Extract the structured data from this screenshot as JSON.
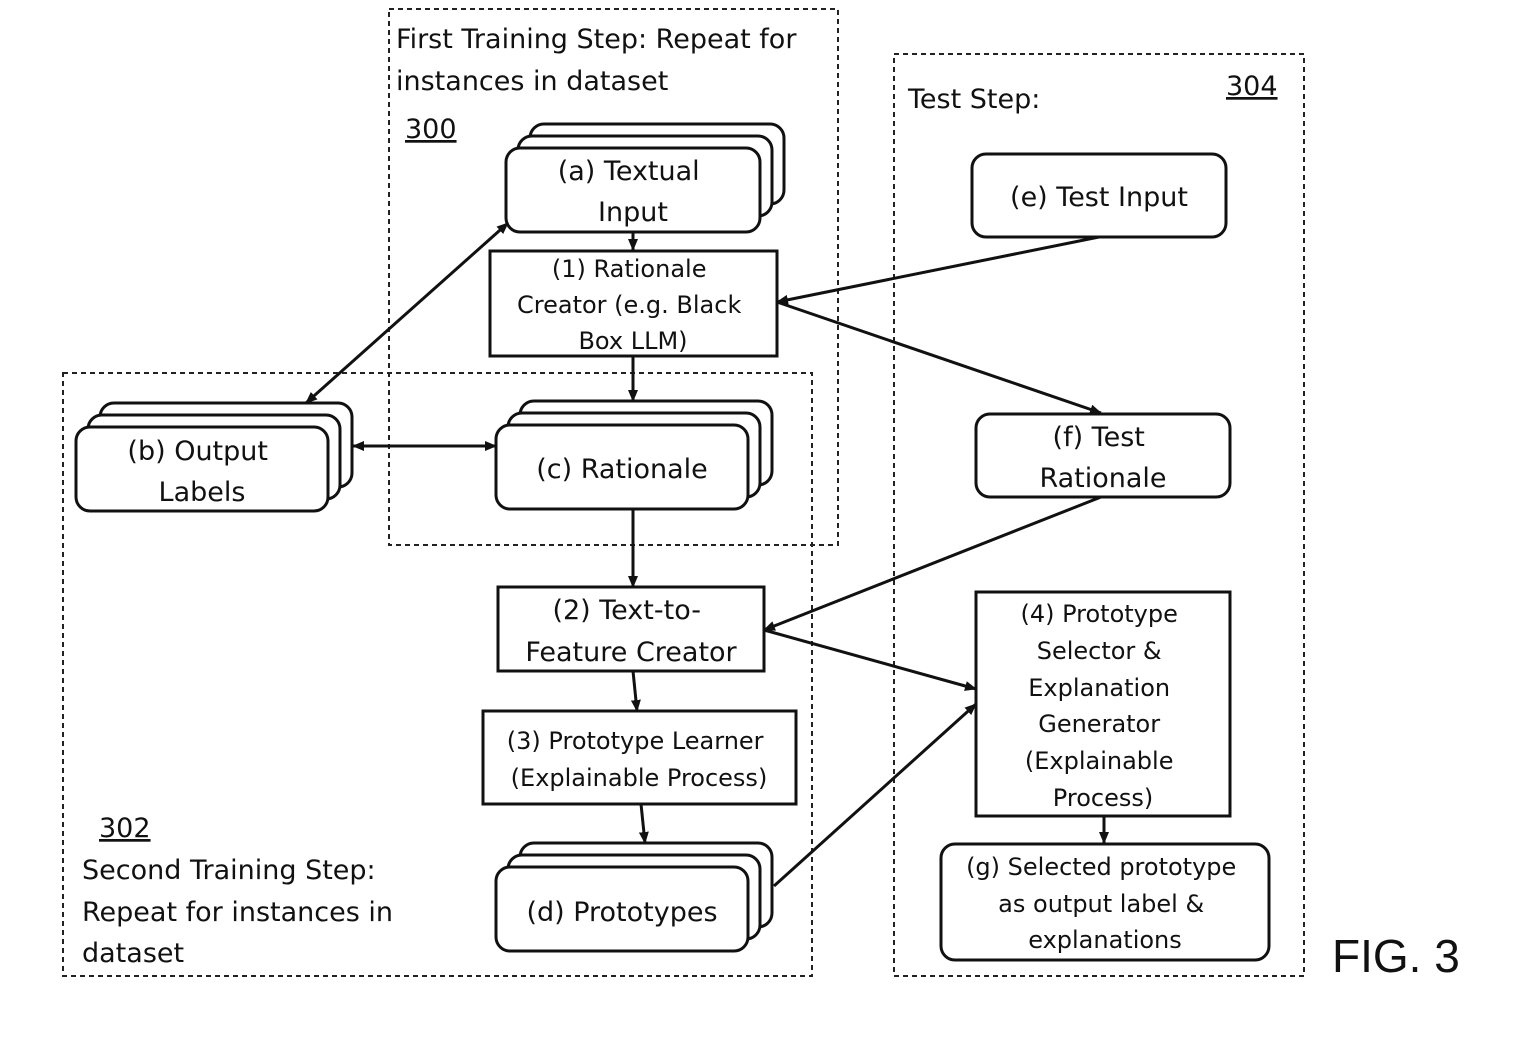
{
  "groups": {
    "first_training": {
      "title_lines": [
        "First Training Step: Repeat for",
        "instances in dataset"
      ],
      "ref": "300"
    },
    "second_training": {
      "title_lines": [
        "Second Training Step:",
        "Repeat for instances in",
        "dataset"
      ],
      "ref": "302"
    },
    "test": {
      "title_lines": [
        "Test Step:"
      ],
      "ref": "304"
    }
  },
  "nodes": {
    "textual_input": {
      "lines": [
        "(a) Textual",
        "Input"
      ]
    },
    "rationale_creator": {
      "lines": [
        "(1) Rationale",
        "Creator (e.g. Black",
        "Box LLM)"
      ]
    },
    "output_labels": {
      "lines": [
        "(b) Output",
        "Labels"
      ]
    },
    "rationale": {
      "lines": [
        "(c) Rationale"
      ]
    },
    "text_to_feature": {
      "lines": [
        "(2) Text-to-",
        "Feature Creator"
      ]
    },
    "prototype_learner": {
      "lines": [
        "(3) Prototype Learner",
        "(Explainable Process)"
      ]
    },
    "prototypes": {
      "lines": [
        "(d) Prototypes"
      ]
    },
    "test_input": {
      "lines": [
        "(e) Test Input"
      ]
    },
    "test_rationale": {
      "lines": [
        "(f) Test",
        "Rationale"
      ]
    },
    "prototype_selector": {
      "lines": [
        "(4) Prototype",
        "Selector &",
        "Explanation",
        "Generator",
        "(Explainable",
        "Process)"
      ]
    },
    "selected_prototype": {
      "lines": [
        "(g) Selected prototype",
        "as output label &",
        "explanations"
      ]
    }
  },
  "figure_label": "FIG. 3"
}
